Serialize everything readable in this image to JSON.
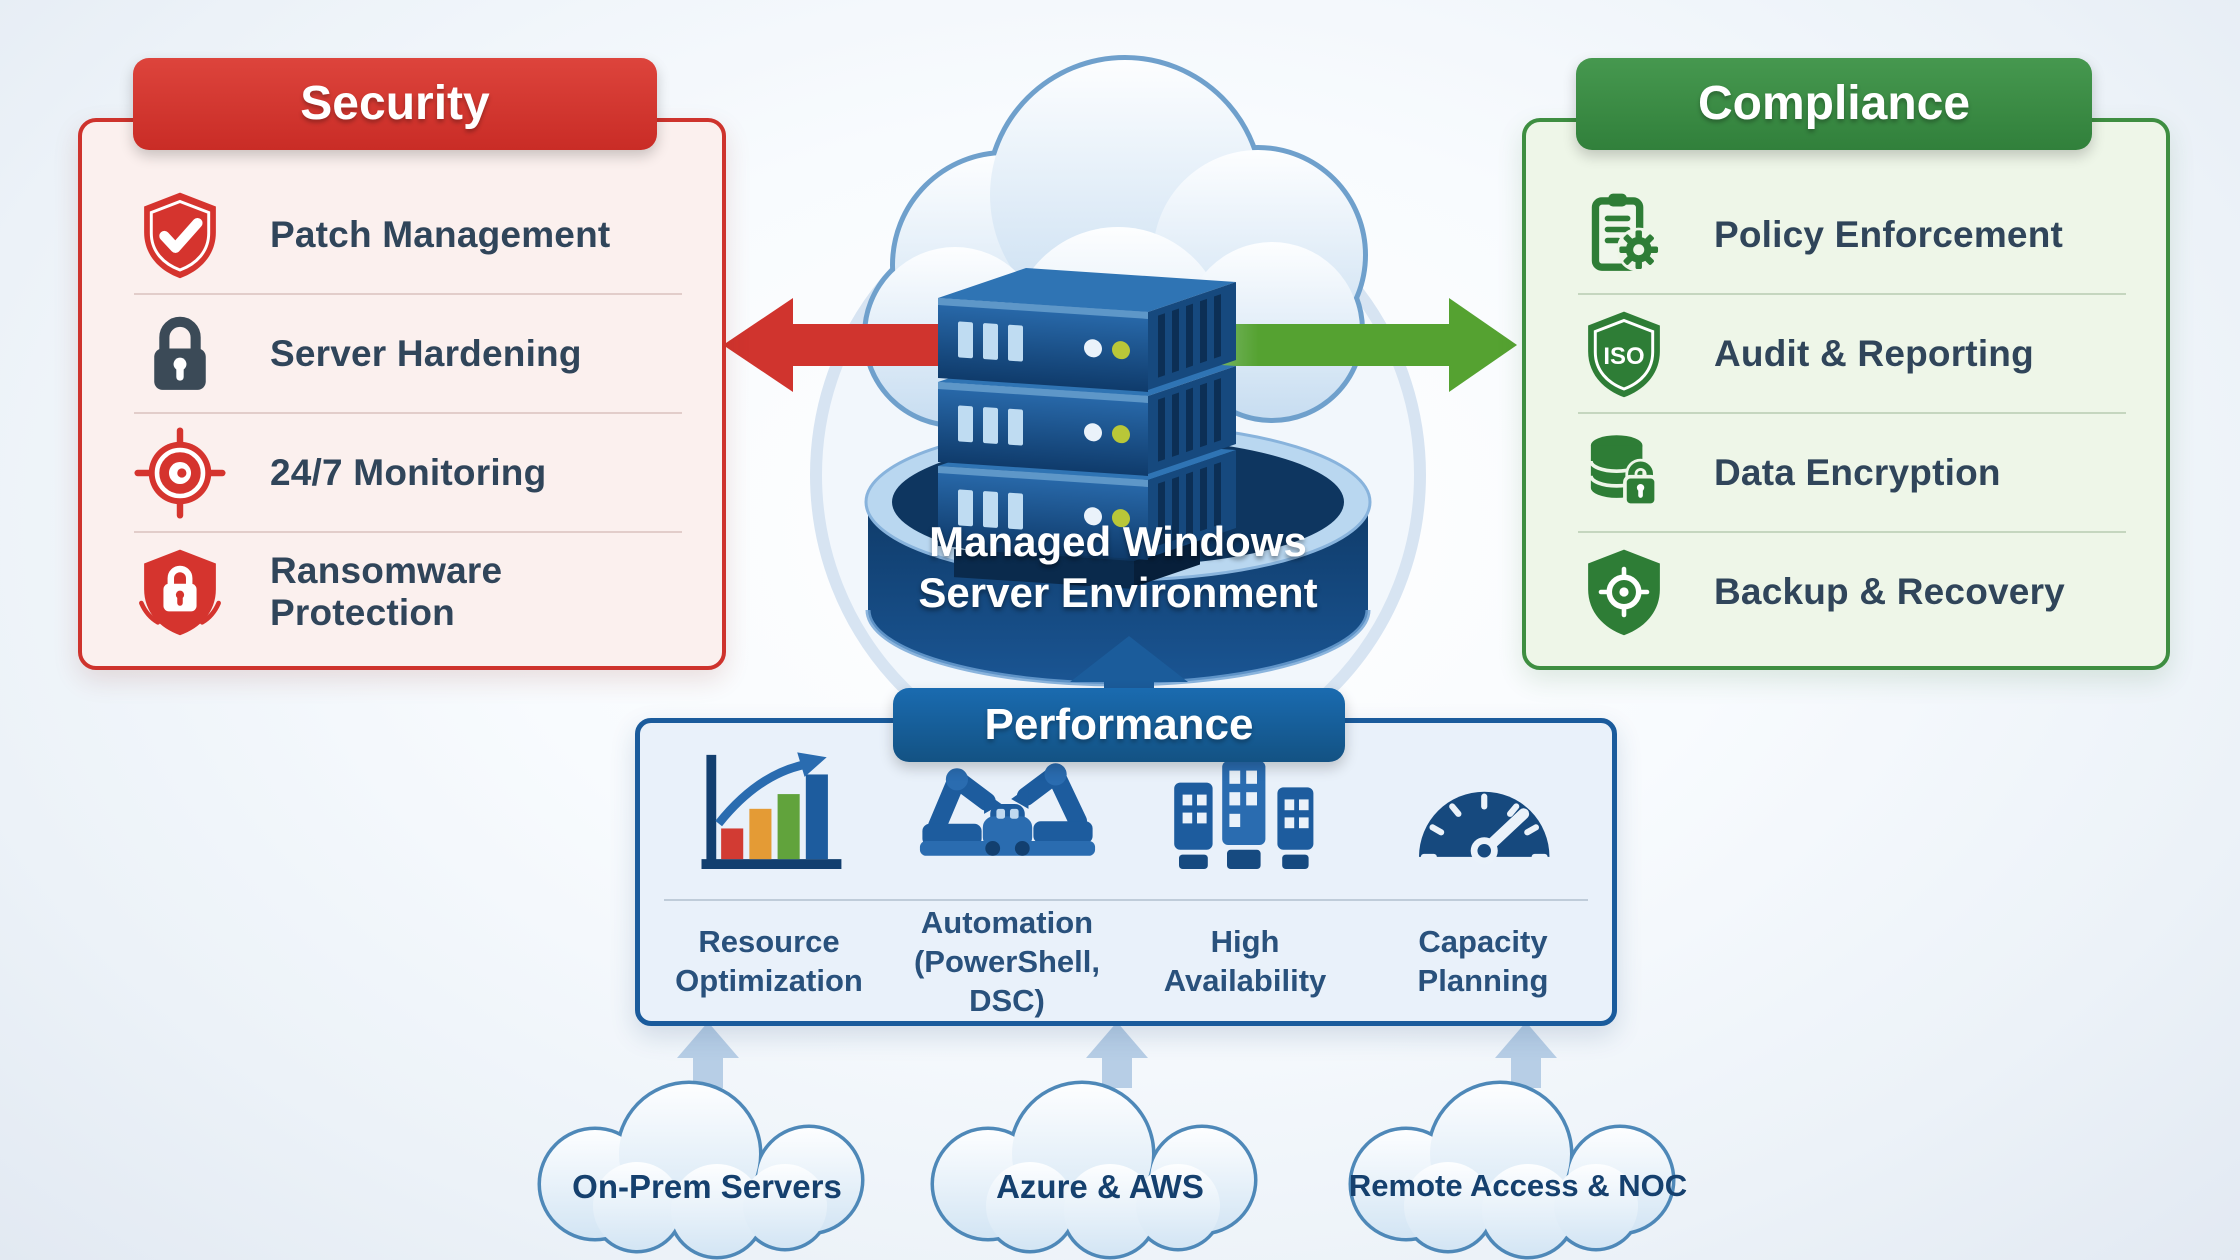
{
  "center": {
    "platform_line1": "Managed Windows",
    "platform_line2": "Server Environment"
  },
  "panels": {
    "security": {
      "title": "Security",
      "accent": "#ce332d",
      "items": [
        {
          "icon": "shield-check-icon",
          "label": "Patch Management"
        },
        {
          "icon": "padlock-icon",
          "label": "Server Hardening"
        },
        {
          "icon": "monitoring-target-icon",
          "label": "24/7 Monitoring"
        },
        {
          "icon": "shield-lock-icon",
          "label": "Ransomware Protection"
        }
      ]
    },
    "compliance": {
      "title": "Compliance",
      "accent": "#3e8e41",
      "items": [
        {
          "icon": "clipboard-gear-icon",
          "label": "Policy Enforcement"
        },
        {
          "icon": "iso-shield-icon",
          "badge": "ISO",
          "label": "Audit & Reporting"
        },
        {
          "icon": "database-lock-icon",
          "label": "Data Encryption"
        },
        {
          "icon": "shield-target-icon",
          "label": "Backup & Recovery"
        }
      ]
    },
    "performance": {
      "title": "Performance",
      "accent": "#1566a9",
      "items": [
        {
          "icon": "growth-chart-icon",
          "line1": "Resource",
          "line2": "Optimization"
        },
        {
          "icon": "robot-arms-icon",
          "line1": "Automation",
          "line2": "(PowerShell, DSC)"
        },
        {
          "icon": "buildings-icon",
          "line1": "High Availability",
          "line2": ""
        },
        {
          "icon": "gauge-icon",
          "line1": "Capacity",
          "line2": "Planning"
        }
      ]
    }
  },
  "sources": [
    {
      "icon": "cloud-icon",
      "label": "On-Prem Servers"
    },
    {
      "icon": "cloud-icon",
      "label": "Azure & AWS"
    },
    {
      "icon": "cloud-icon",
      "label": "Remote Access & NOC"
    }
  ],
  "colors": {
    "security_red": "#d5342e",
    "compliance_green": "#3b8c45",
    "performance_blue": "#1566a9",
    "cylinder_navy": "#113c6a",
    "server_blue": "#1d5c9e",
    "cloud_outline": "#6fa0cc",
    "item_text": "#30455a",
    "background": "#ecf2f8"
  }
}
